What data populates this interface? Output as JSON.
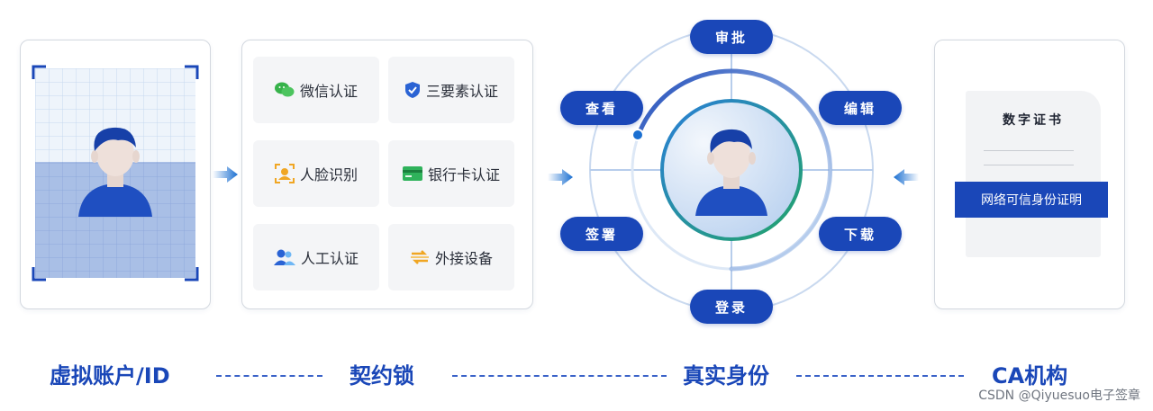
{
  "auth_methods": [
    {
      "label": "微信认证",
      "icon": "wechat-icon"
    },
    {
      "label": "三要素认证",
      "icon": "shield-check-icon"
    },
    {
      "label": "人脸识别",
      "icon": "face-scan-icon"
    },
    {
      "label": "银行卡认证",
      "icon": "bank-card-icon"
    },
    {
      "label": "人工认证",
      "icon": "users-icon"
    },
    {
      "label": "外接设备",
      "icon": "external-device-icon"
    }
  ],
  "ring_actions": {
    "approve": "审批",
    "view": "查看",
    "edit": "编辑",
    "sign": "签署",
    "download": "下载",
    "login": "登录"
  },
  "certificate": {
    "title": "数字证书",
    "banner": "网络可信身份证明"
  },
  "flow": {
    "stages": [
      "虚拟账户/ID",
      "契约锁",
      "真实身份",
      "CA机构"
    ]
  },
  "watermark": "CSDN @Qiyuesuo电子签章",
  "colors": {
    "primary": "#1a47b8",
    "accent_green": "#22a36a",
    "light_blue": "#d9e6f7"
  }
}
